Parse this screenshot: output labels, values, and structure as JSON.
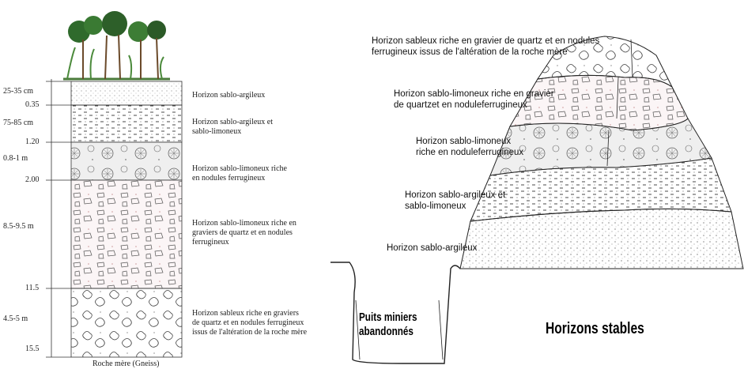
{
  "left_panel": {
    "depths": [
      {
        "id": "d1",
        "text": "25-35 cm"
      },
      {
        "id": "d2",
        "text": "0.35"
      },
      {
        "id": "d3",
        "text": "75-85 cm"
      },
      {
        "id": "d4",
        "text": "1.20"
      },
      {
        "id": "d5",
        "text": "0.8-1 m"
      },
      {
        "id": "d6",
        "text": "2.00"
      },
      {
        "id": "d7",
        "text": "8.5-9.5 m"
      },
      {
        "id": "d8",
        "text": "11.5"
      },
      {
        "id": "d9",
        "text": "4.5-5 m"
      },
      {
        "id": "d10",
        "text": "15.5"
      }
    ],
    "labels": [
      "Horizon sablo-argileux",
      "Horizon sablo-argileux et\nsablo-limoneux",
      "Horizon sablo-limoneux riche\nen nodules ferrugineux",
      "Horizon sablo-limoneux riche en\ngraviers de quartz et en nodules\nferrugineux",
      "Horizon sableux riche en graviers\nde quartz et en nodules ferrugineux\nissus de l'altération de la roche mère"
    ],
    "bedrock": "Roche mère (Gneiss)"
  },
  "right_panel": {
    "labels": [
      "Horizon sableux riche en gravier de quartz et en nodules\nferrugineux issus de l'altération de la roche mère",
      "Horizon sablo-limoneux riche en gravier\nde quartzet en noduleferrugineux",
      "Horizon sablo-limoneux\nriche en noduleferrugineux",
      "Horizon sablo-argileux et\nsablo-limoneux",
      "Horizon sablo-argileux"
    ],
    "pit": "Puits miniers\nabandonnés",
    "stable": "Horizons stables"
  }
}
